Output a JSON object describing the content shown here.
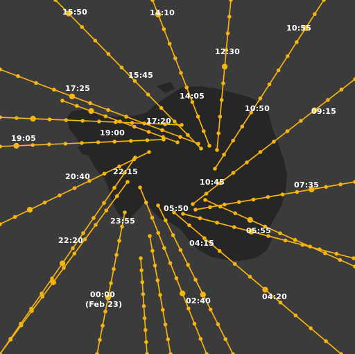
{
  "map": {
    "colors": {
      "background": "#3b3b3b",
      "land": "#262626",
      "track": "#f5b40f",
      "label": "#ffffff"
    },
    "time_labels": [
      "15:50",
      "14:10",
      "10:55",
      "12:30",
      "15:45",
      "14:05",
      "17:25",
      "10:50",
      "09:15",
      "17:20",
      "19:00",
      "19:05",
      "22:15",
      "10:45",
      "20:40",
      "07:35",
      "05:50",
      "23:55",
      "05:55",
      "22:20",
      "04:15",
      "00:00",
      "(Feb 23)",
      "02:40",
      "04:20"
    ]
  }
}
